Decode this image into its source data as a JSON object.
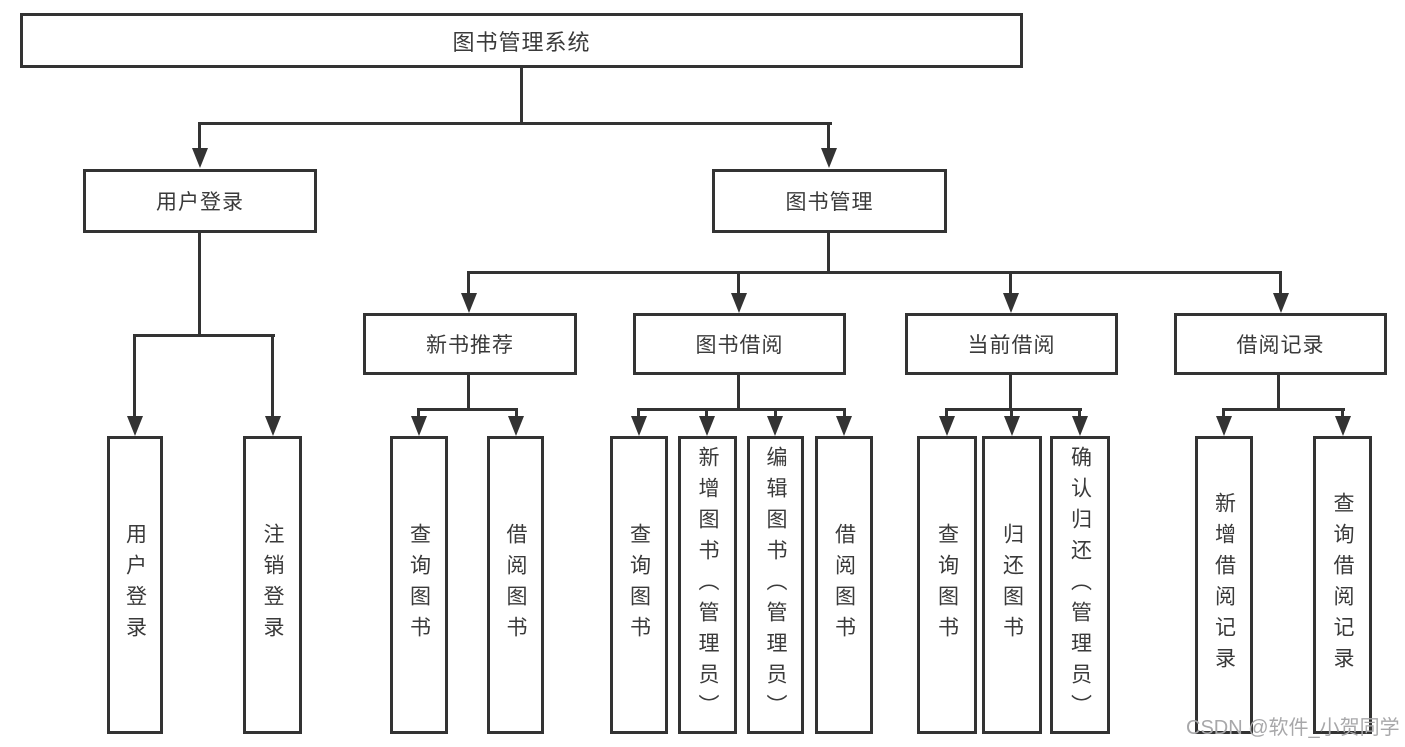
{
  "diagram": {
    "root": {
      "label": "图书管理系统"
    },
    "user_login": {
      "label": "用户登录",
      "children": [
        {
          "label": "用户登录"
        },
        {
          "label": "注销登录"
        }
      ]
    },
    "book_mgmt": {
      "label": "图书管理",
      "sections": [
        {
          "label": "新书推荐",
          "children": [
            {
              "label": "查询图书"
            },
            {
              "label": "借阅图书"
            }
          ]
        },
        {
          "label": "图书借阅",
          "children": [
            {
              "label": "查询图书"
            },
            {
              "label": "新增图书（管理员）"
            },
            {
              "label": "编辑图书（管理员）"
            },
            {
              "label": "借阅图书"
            }
          ]
        },
        {
          "label": "当前借阅",
          "children": [
            {
              "label": "查询图书"
            },
            {
              "label": "归还图书"
            },
            {
              "label": "确认归还（管理员）"
            }
          ]
        },
        {
          "label": "借阅记录",
          "children": [
            {
              "label": "新增借阅记录"
            },
            {
              "label": "查询借阅记录"
            }
          ]
        }
      ]
    }
  },
  "watermark": {
    "text": "CSDN @软件_小贺同学"
  },
  "colors": {
    "line": "#333333",
    "text": "#3a3a3a",
    "watermark": "#a8a8aa",
    "background": "#ffffff"
  }
}
